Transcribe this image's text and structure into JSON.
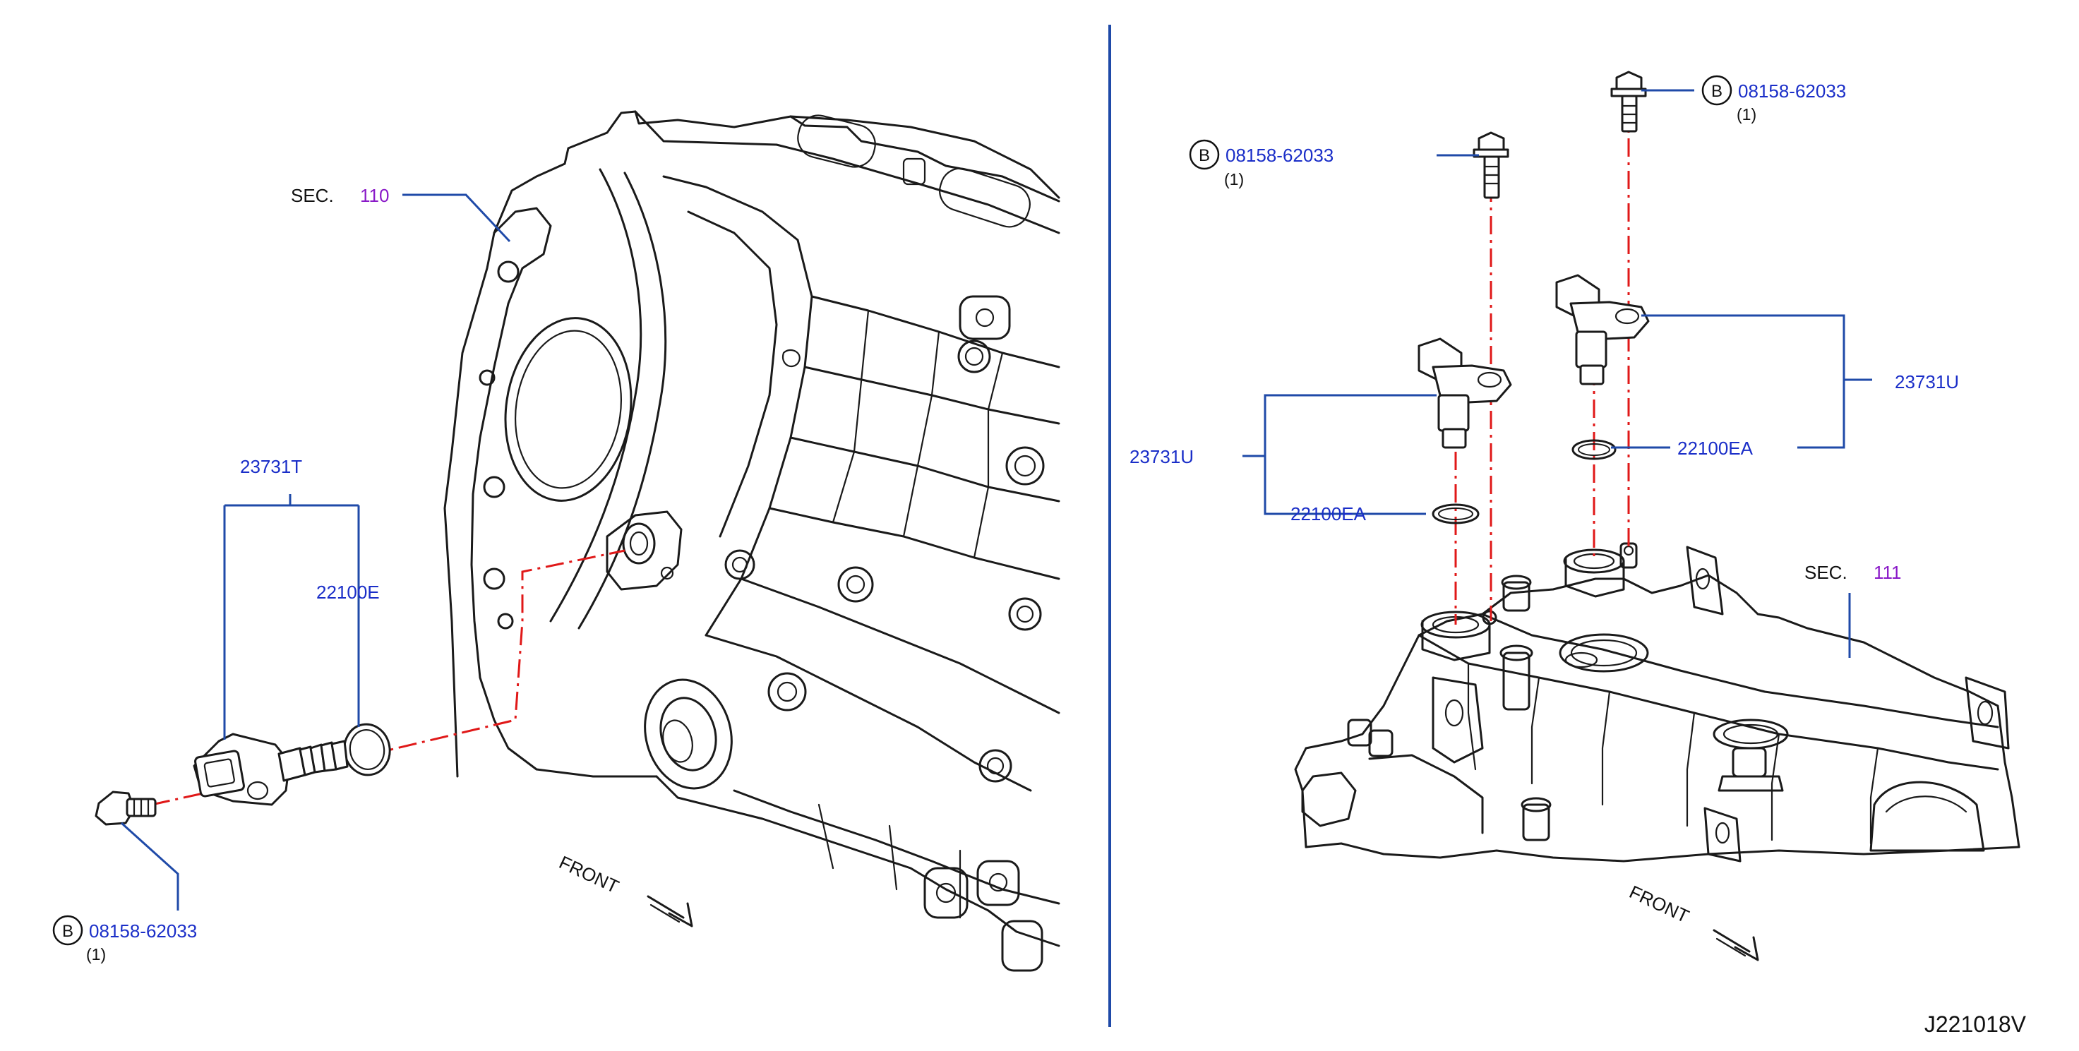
{
  "colors": {
    "label_blue": "#1a2ec8",
    "leader_blue": "#1f4aa8",
    "section_purple": "#8a1ac8",
    "centerline_red": "#e01818",
    "line_black": "#1a1a1a"
  },
  "left_panel": {
    "section_ref": {
      "prefix": "SEC.",
      "number": "110"
    },
    "sensor_part": "23731T",
    "oring_part": "22100E",
    "bolt": {
      "badge": "B",
      "part": "08158-62033",
      "qty": "(1)"
    },
    "front_label": "FRONT"
  },
  "right_panel": {
    "bolt_left": {
      "badge": "B",
      "part": "08158-62033",
      "qty": "(1)"
    },
    "bolt_right": {
      "badge": "B",
      "part": "08158-62033",
      "qty": "(1)"
    },
    "sensor_left_part": "23731U",
    "oring_left_part": "22100EA",
    "sensor_right_part": "23731U",
    "oring_right_part": "22100EA",
    "section_ref": {
      "prefix": "SEC.",
      "number": "111"
    },
    "front_label": "FRONT"
  },
  "diagram_code": "J221018V"
}
